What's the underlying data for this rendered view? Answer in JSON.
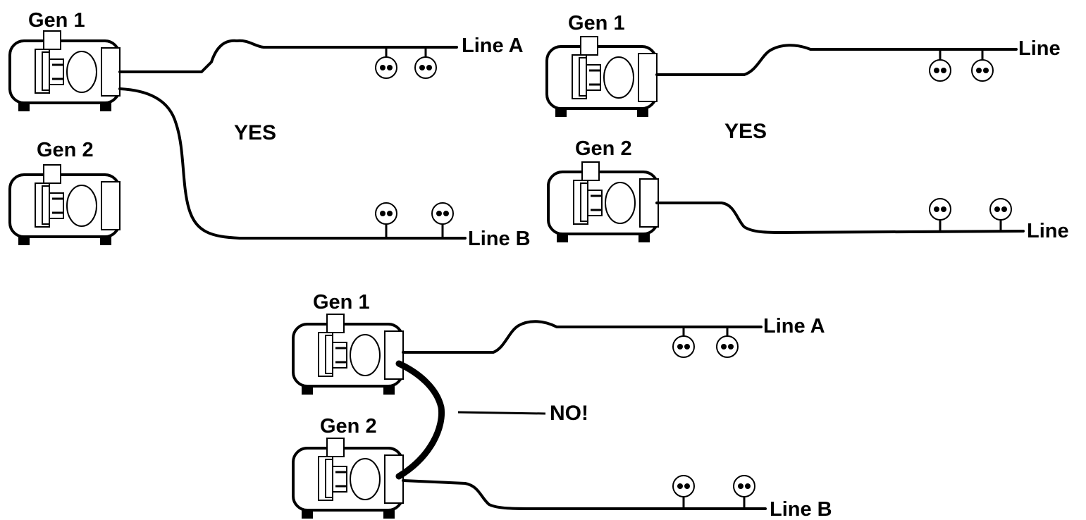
{
  "diagrams": [
    {
      "gen1_label": "Gen 1",
      "gen2_label": "Gen 2",
      "line_a_label": "Line A",
      "line_b_label": "Line B",
      "verdict": "YES"
    },
    {
      "gen1_label": "Gen 1",
      "gen2_label": "Gen 2",
      "line_a_label": "Line",
      "line_b_label": "Line",
      "verdict": "YES"
    },
    {
      "gen1_label": "Gen 1",
      "gen2_label": "Gen 2",
      "line_a_label": "Line A",
      "line_b_label": "Line B",
      "verdict": "NO!"
    }
  ],
  "icons": {
    "generator": "generator-icon",
    "outlet": "outlet-icon"
  }
}
